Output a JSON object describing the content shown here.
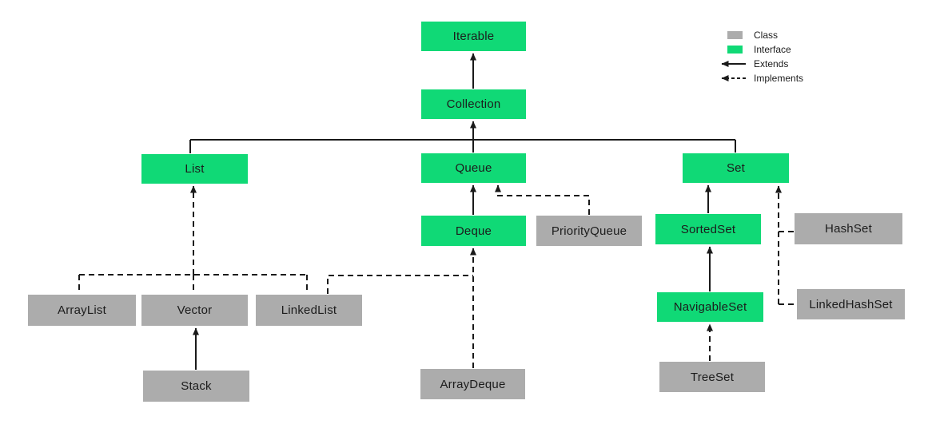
{
  "colors": {
    "interface": "#10d976",
    "class": "#acacac",
    "line": "#1a1a1a",
    "background": "#ffffff"
  },
  "nodes": {
    "iterable": {
      "label": "Iterable",
      "type": "interface"
    },
    "collection": {
      "label": "Collection",
      "type": "interface"
    },
    "list": {
      "label": "List",
      "type": "interface"
    },
    "queue": {
      "label": "Queue",
      "type": "interface"
    },
    "set": {
      "label": "Set",
      "type": "interface"
    },
    "deque": {
      "label": "Deque",
      "type": "interface"
    },
    "priorityqueue": {
      "label": "PriorityQueue",
      "type": "class"
    },
    "sortedset": {
      "label": "SortedSet",
      "type": "interface"
    },
    "hashset": {
      "label": "HashSet",
      "type": "class"
    },
    "arraylist": {
      "label": "ArrayList",
      "type": "class"
    },
    "vector": {
      "label": "Vector",
      "type": "class"
    },
    "linkedlist": {
      "label": "LinkedList",
      "type": "class"
    },
    "navigableset": {
      "label": "NavigableSet",
      "type": "interface"
    },
    "linkedhashset": {
      "label": "LinkedHashSet",
      "type": "class"
    },
    "stack": {
      "label": "Stack",
      "type": "class"
    },
    "arraydeque": {
      "label": "ArrayDeque",
      "type": "class"
    },
    "treeset": {
      "label": "TreeSet",
      "type": "class"
    }
  },
  "edges": [
    {
      "from": "Collection",
      "relation": "extends",
      "to": "Iterable"
    },
    {
      "from": "List",
      "relation": "extends",
      "to": "Collection"
    },
    {
      "from": "Queue",
      "relation": "extends",
      "to": "Collection"
    },
    {
      "from": "Set",
      "relation": "extends",
      "to": "Collection"
    },
    {
      "from": "Deque",
      "relation": "extends",
      "to": "Queue"
    },
    {
      "from": "SortedSet",
      "relation": "extends",
      "to": "Set"
    },
    {
      "from": "NavigableSet",
      "relation": "extends",
      "to": "SortedSet"
    },
    {
      "from": "Stack",
      "relation": "extends",
      "to": "Vector"
    },
    {
      "from": "PriorityQueue",
      "relation": "implements",
      "to": "Queue"
    },
    {
      "from": "ArrayList",
      "relation": "implements",
      "to": "List"
    },
    {
      "from": "Vector",
      "relation": "implements",
      "to": "List"
    },
    {
      "from": "LinkedList",
      "relation": "implements",
      "to": "List"
    },
    {
      "from": "LinkedList",
      "relation": "implements",
      "to": "Deque"
    },
    {
      "from": "ArrayDeque",
      "relation": "implements",
      "to": "Deque"
    },
    {
      "from": "HashSet",
      "relation": "implements",
      "to": "Set"
    },
    {
      "from": "LinkedHashSet",
      "relation": "implements",
      "to": "Set"
    },
    {
      "from": "TreeSet",
      "relation": "implements",
      "to": "NavigableSet"
    }
  ],
  "legend": {
    "class_label": "Class",
    "interface_label": "Interface",
    "extends_label": "Extends",
    "implements_label": "Implements"
  }
}
